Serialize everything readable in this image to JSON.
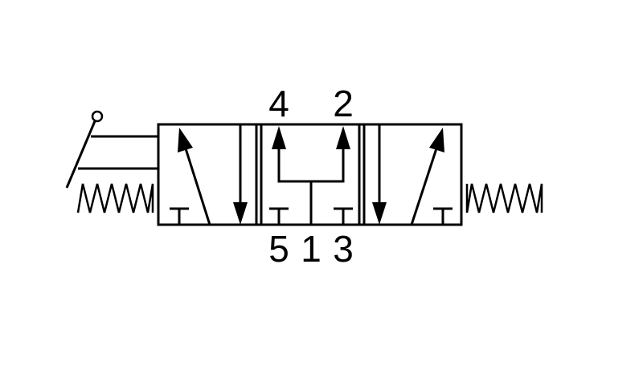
{
  "ports": {
    "top": [
      "4",
      "2"
    ],
    "bottom": [
      "5",
      "1",
      "3"
    ]
  },
  "colors": {
    "line": "#000000",
    "background": "#ffffff"
  }
}
